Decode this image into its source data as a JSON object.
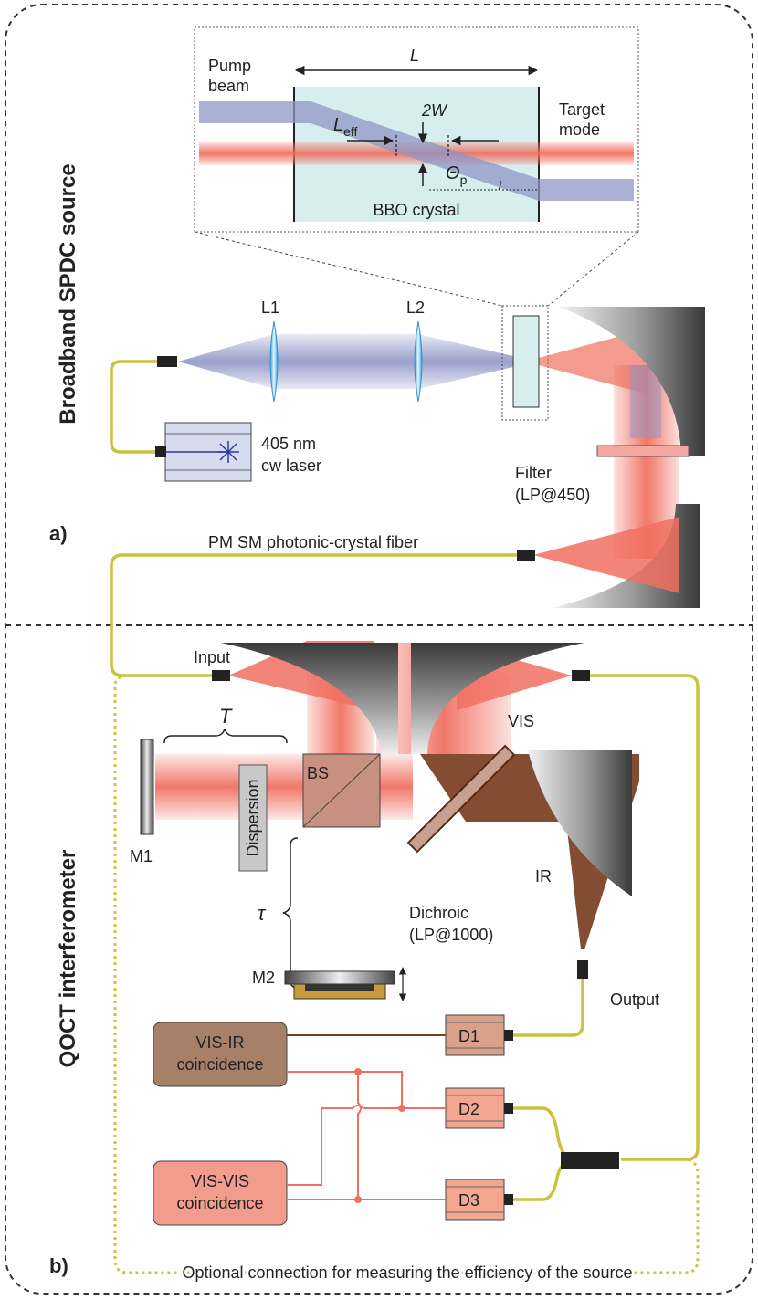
{
  "sections": {
    "source_title": "Broadband SPDC source",
    "interferometer_title": "QOCT interferometer",
    "label_a": "a)",
    "label_b": "b)"
  },
  "inset": {
    "length_label": "L",
    "width_label": "2W",
    "leff_main": "L",
    "leff_sub": "eff",
    "theta_main": "Θ",
    "theta_sub": "p",
    "pump_beam": [
      "Pump",
      "beam"
    ],
    "target_mode": [
      "Target",
      "mode"
    ],
    "crystal_label": "BBO crystal"
  },
  "source": {
    "lens1": "L1",
    "lens2": "L2",
    "laser": [
      "405 nm",
      "cw laser"
    ],
    "filter": [
      "Filter",
      "(LP@450)"
    ],
    "fiber": "PM SM photonic-crystal fiber"
  },
  "interferometer": {
    "input": "Input",
    "T_label": "T",
    "dispersion": "Dispersion",
    "bs": "BS",
    "m1": "M1",
    "m2": "M2",
    "tau": "τ",
    "vis": "VIS",
    "ir": "IR",
    "dichroic": [
      "Dichroic",
      "(LP@1000)"
    ],
    "output": "Output",
    "d1": "D1",
    "d2": "D2",
    "d3": "D3",
    "vis_ir_box": [
      "VIS-IR",
      "coincidence"
    ],
    "vis_vis_box": [
      "VIS-VIS",
      "coincidence"
    ],
    "optional": "Optional connection for measuring the efficiency of the source"
  },
  "colors": {
    "pump": "#8f95c6",
    "red_beam": "#f07060",
    "ir_beam": "#7a3e22",
    "fiber": "#c8c440",
    "crystal": "#d6eeee",
    "vis_ir_box": "#a7806a",
    "vis_vis_box": "#f19c8c",
    "detector": "#d9a08a",
    "stage": "#c89a3a"
  }
}
